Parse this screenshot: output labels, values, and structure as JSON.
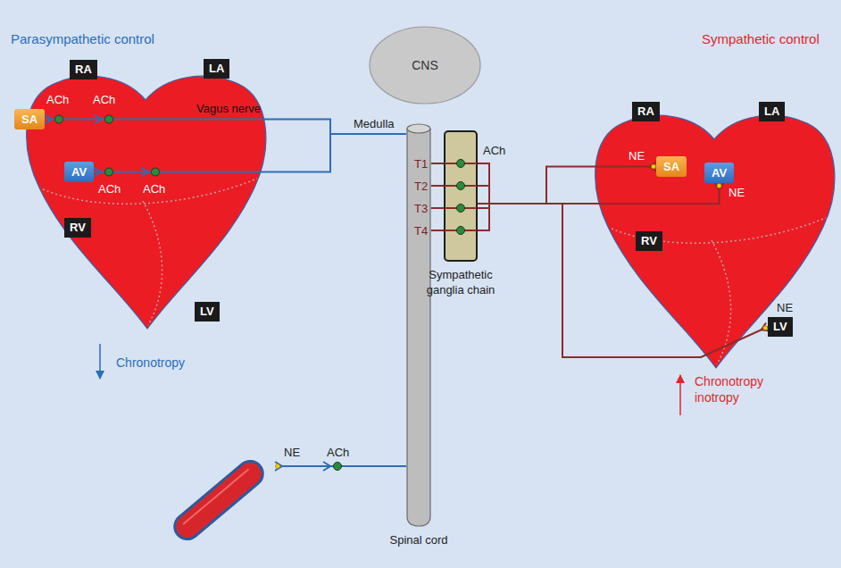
{
  "diagram": {
    "nodes": [
      {
        "text": [
          "RA"
        ]
      },
      {
        "text": [
          "LA"
        ]
      },
      {
        "text": [
          "SA"
        ]
      },
      {
        "text": [
          "AV"
        ]
      },
      {
        "text": [
          "RV"
        ]
      },
      {
        "text": [
          "LV"
        ]
      },
      {
        "text": [
          "CNS"
        ]
      },
      {
        "text": [
          "Spinal cord"
        ]
      },
      {
        "text": [
          "Sympathetic ganglia chain"
        ]
      },
      {
        "text": [
          "RA"
        ]
      },
      {
        "text": [
          "LA"
        ]
      },
      {
        "text": [
          "SA"
        ]
      },
      {
        "text": [
          "AV"
        ]
      },
      {
        "text": [
          "RV"
        ]
      },
      {
        "text": [
          "LV"
        ]
      }
    ],
    "edges": [
      {
        "from": 7,
        "to": 2,
        "arrow": "to",
        "label": "Vagus nerve"
      },
      {
        "from": 7,
        "to": 3,
        "arrow": "to"
      },
      {
        "from": 8,
        "to": 11,
        "arrow": "to"
      },
      {
        "from": 8,
        "to": 12,
        "arrow": "to"
      },
      {
        "from": 8,
        "to": 14,
        "arrow": "to"
      }
    ],
    "labels": [
      "Parasympathetic control",
      "Sympathetic control",
      "ACh",
      "ACh",
      "ACh",
      "ACh",
      "Medulla",
      "T1",
      "T2",
      "T3",
      "T4",
      "ACh",
      "NE",
      "NE",
      "NE",
      "Chronotropy",
      "Chronotropy inotropy",
      "ACh",
      "NE"
    ]
  }
}
